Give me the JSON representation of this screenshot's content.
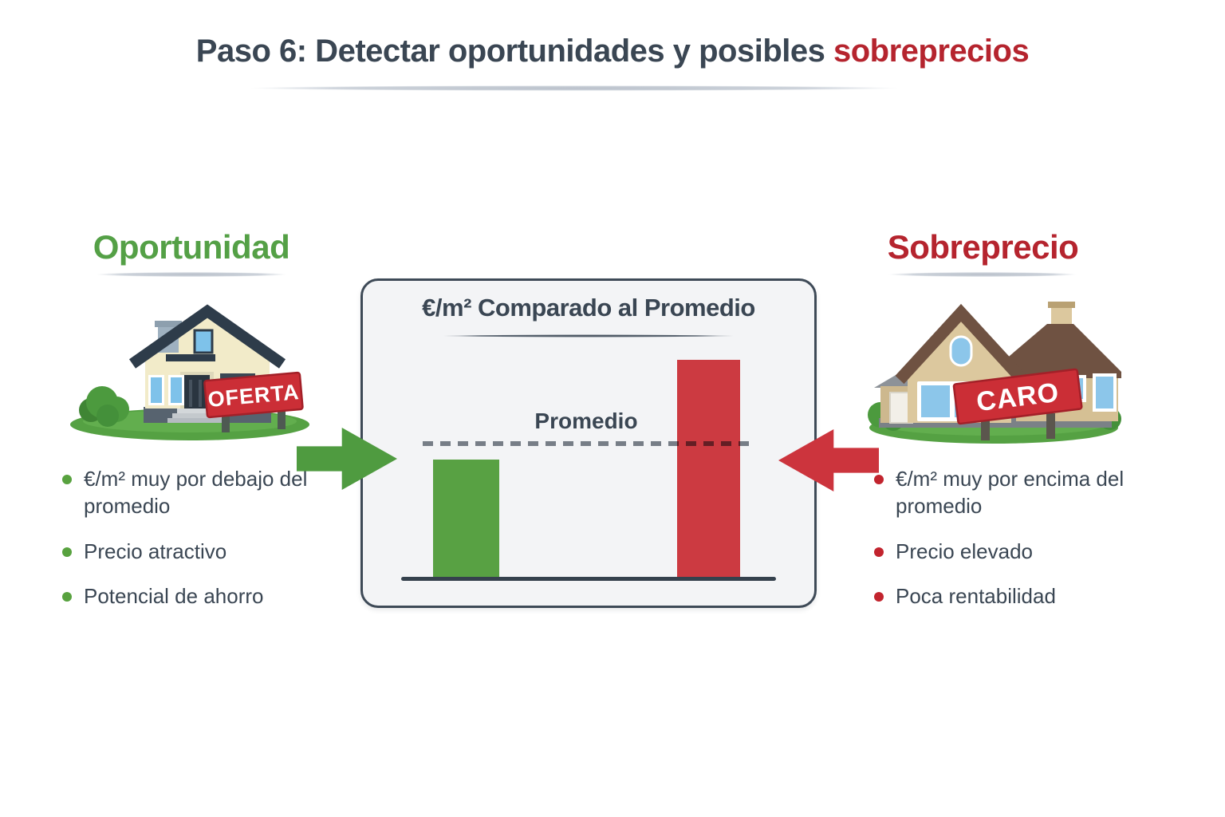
{
  "title": {
    "prefix": "Paso 6: Detectar oportunidades y posibles ",
    "highlight": "sobreprecios"
  },
  "opportunity": {
    "heading": "Oportunidad",
    "sign": "OFERTA",
    "bullets": [
      "€/m² muy por debajo del promedio",
      "Precio atractivo",
      "Potencial de ahorro"
    ]
  },
  "overprice": {
    "heading": "Sobreprecio",
    "sign": "CARO",
    "bullets": [
      "€/m² muy por encima del promedio",
      "Precio elevado",
      "Poca rentabilidad"
    ]
  },
  "chart_data": {
    "type": "bar",
    "title": "€/m² Comparado al Promedio",
    "categories": [
      "Oportunidad",
      "Sobreprecio"
    ],
    "values": [
      90,
      165
    ],
    "reference_line": {
      "label": "Promedio",
      "value": 100
    },
    "ylim": [
      0,
      180
    ],
    "bar_colors": [
      "#58a143",
      "#cc3a41"
    ],
    "grid": false,
    "legend": false,
    "xlabel": "",
    "ylabel": ""
  },
  "colors": {
    "slate_text": "#3a4653",
    "green_accent": "#54a046",
    "red_accent": "#b5242e",
    "bar_green": "#58a143",
    "bar_red": "#cc3a41",
    "chart_bg": "#f3f4f6",
    "chart_border": "#3e4a57",
    "sign_red": "#cb2e36",
    "grass_green": "#55a143"
  }
}
